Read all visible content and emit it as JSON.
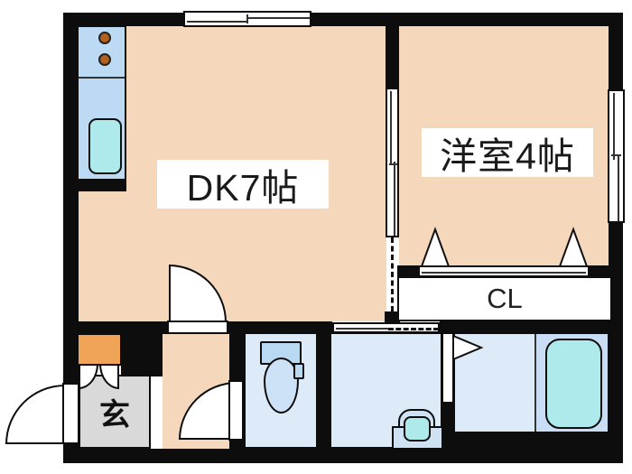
{
  "title": "apartment-floor-plan",
  "rooms": {
    "dining_kitchen": {
      "label": "DK7帖"
    },
    "western_room": {
      "label": "洋室4帖"
    },
    "closet": {
      "label": "CL"
    },
    "entrance": {
      "label": "玄"
    }
  },
  "fixtures": {
    "stove": "two-burner-stove",
    "sink": "kitchen-sink",
    "toilet": "toilet",
    "washbasin": "washbasin",
    "bathtub": "bathtub"
  },
  "colors": {
    "wall": "#0d0d0d",
    "floor": "#f5d8bb",
    "accent_orange": "#f0a458",
    "genkan_gray": "#d9d9d9",
    "wet_blue": "#ddeaf8",
    "tub_zone": "#c9def4",
    "kitchen_blue": "#bcdaf3",
    "fixture_cyan": "#aeeaec",
    "toilet_blue": "#b9d8f2",
    "burner_brown": "#b2601e"
  }
}
